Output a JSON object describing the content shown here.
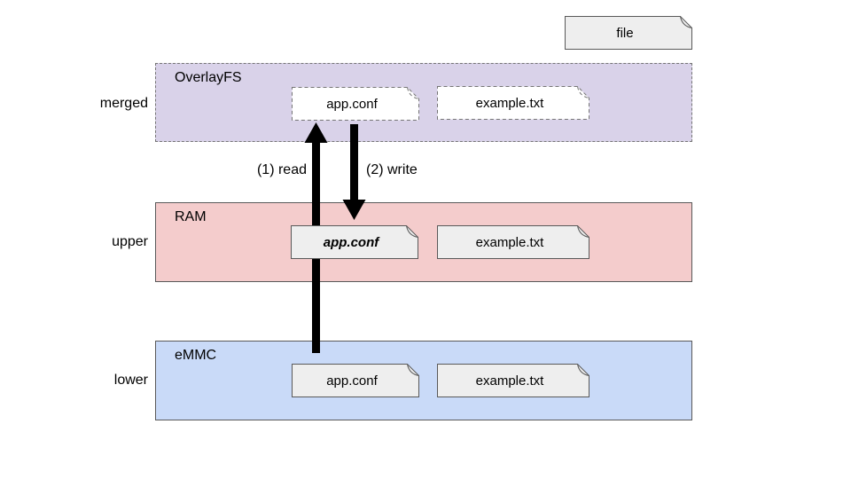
{
  "legend": {
    "file": {
      "label": "file"
    }
  },
  "diagram": {
    "layers": [
      {
        "side_label": "merged",
        "name": "OverlayFS",
        "fill_color": "#d9d2e9",
        "border_style": "dashed",
        "files": [
          {
            "label": "app.conf",
            "appearance": "dashed-outline"
          },
          {
            "label": "example.txt",
            "appearance": "dashed-outline"
          }
        ]
      },
      {
        "side_label": "upper",
        "name": "RAM",
        "fill_color": "#f4cccc",
        "border_style": "solid",
        "files": [
          {
            "label": "app.conf",
            "appearance": "bold-italic"
          },
          {
            "label": "example.txt",
            "appearance": "solid"
          }
        ]
      },
      {
        "side_label": "lower",
        "name": "eMMC",
        "fill_color": "#c9daf8",
        "border_style": "solid",
        "files": [
          {
            "label": "app.conf",
            "appearance": "solid"
          },
          {
            "label": "example.txt",
            "appearance": "solid"
          }
        ]
      }
    ],
    "arrows": [
      {
        "label": "(1) read",
        "direction": "up"
      },
      {
        "label": "(2) write",
        "direction": "down"
      }
    ],
    "colors": {
      "arrow": "#000000",
      "file_box_fill": "#eeeeee",
      "virtual_file_fill": "#ffffff",
      "solid_border": "#595959",
      "dashed_border": "#757575"
    }
  }
}
